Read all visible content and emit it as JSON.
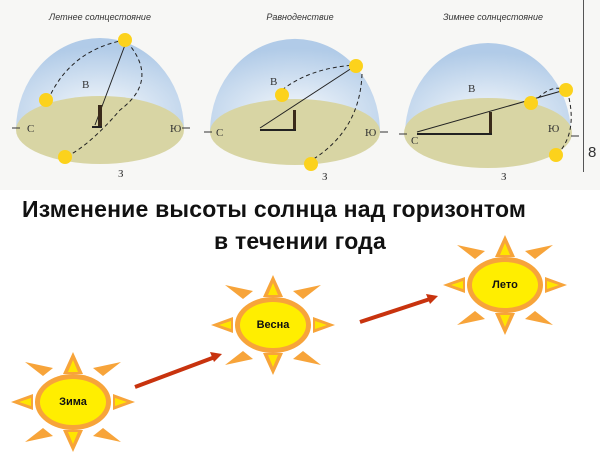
{
  "diagrams": [
    {
      "title": "Летнее солнцестояние",
      "labels": {
        "north": "С",
        "south": "Ю",
        "east": "В",
        "west": "З"
      }
    },
    {
      "title": "Равноденствие",
      "labels": {
        "north": "С",
        "south": "Ю",
        "east": "В",
        "west": "З"
      }
    },
    {
      "title": "Зимнее солнцестояние",
      "labels": {
        "north": "С",
        "south": "Ю",
        "east": "В",
        "west": "З"
      }
    }
  ],
  "page_number": "8",
  "heading": {
    "line1": "Изменение высоты солнца над  горизонтом",
    "line2": "в  течении года"
  },
  "seasons": [
    {
      "label": "Зима"
    },
    {
      "label": "Весна"
    },
    {
      "label": "Лето"
    }
  ],
  "colors": {
    "sun_rays": "#f7a43a",
    "sun_ray_inner": "#ffe600",
    "sun_core": "#ffee00",
    "arrow": "#c8330e",
    "dome": "#bcd3ea",
    "ground": "#d9d7a8"
  }
}
